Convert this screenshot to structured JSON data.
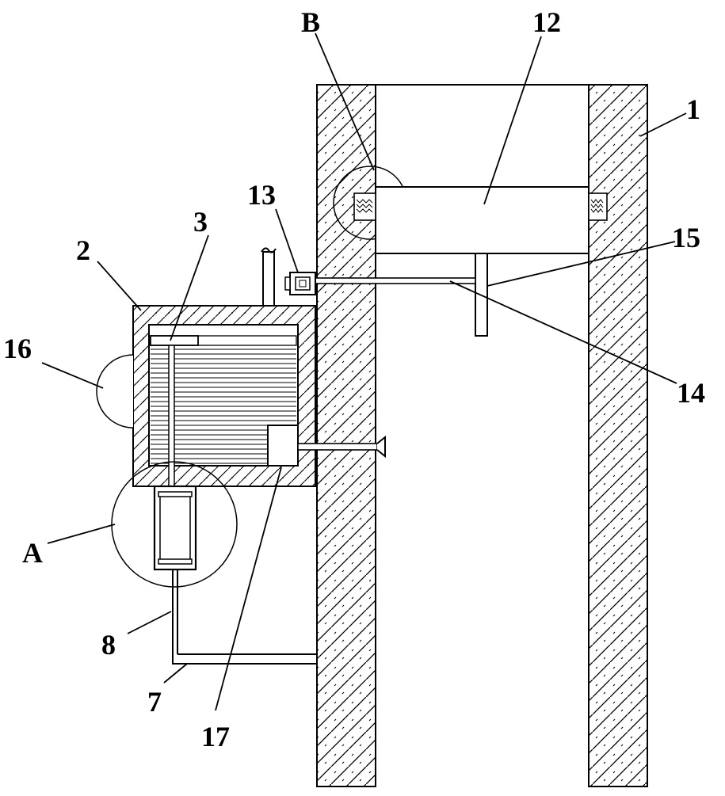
{
  "labels": {
    "l1": "1",
    "l2": "2",
    "l3": "3",
    "l7": "7",
    "l8": "8",
    "l12": "12",
    "l13": "13",
    "l14": "14",
    "l15": "15",
    "l16": "16",
    "l17": "17",
    "lA": "A",
    "lB": "B"
  }
}
